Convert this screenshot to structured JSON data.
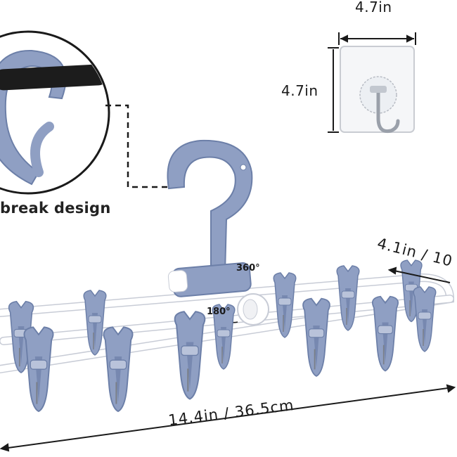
{
  "labels": {
    "hook_width": "4.7in",
    "hook_height": "4.7in",
    "design": "break design",
    "rack_depth": "4.1in / 10",
    "rack_length": "14.4in / 36.5cm",
    "rotate_hook": "360°",
    "rotate_joint": "180°"
  },
  "colors": {
    "clip_blue": "#8f9fc3",
    "clip_blue_dark": "#6c7fa8",
    "frame_white": "#ffffff",
    "frame_outline": "#c8ccd6",
    "bar_black": "#1c1c1c",
    "line": "#1a1a1a"
  }
}
